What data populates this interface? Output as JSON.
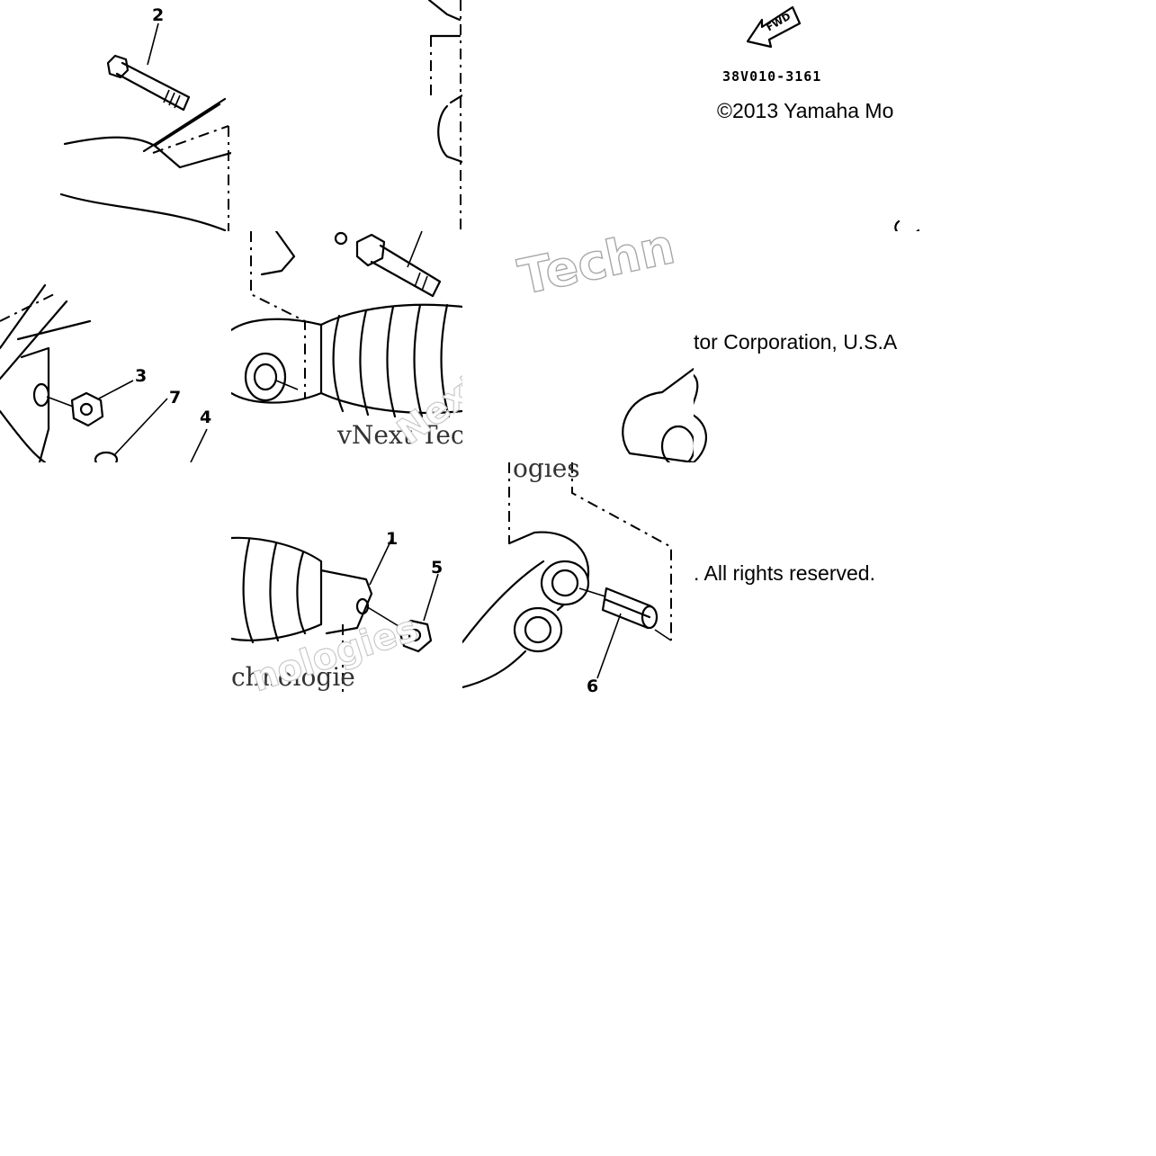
{
  "diagram": {
    "drawing_code": "38V010-3161",
    "copyright_line1": "©2013 Yamaha Mo",
    "copyright_line2": "tor Corporation, U.S.A",
    "copyright_line3": ". All rights reserved.",
    "fwd_label": "FWD",
    "callouts": [
      "2",
      "3",
      "7",
      "4",
      "1",
      "5",
      "6"
    ],
    "watermarks": {
      "w1": "Techn",
      "w2": "vNext Tec",
      "w3": "ogies",
      "w4": "chnologie",
      "w5": "nologies",
      "w6": "Next"
    }
  }
}
